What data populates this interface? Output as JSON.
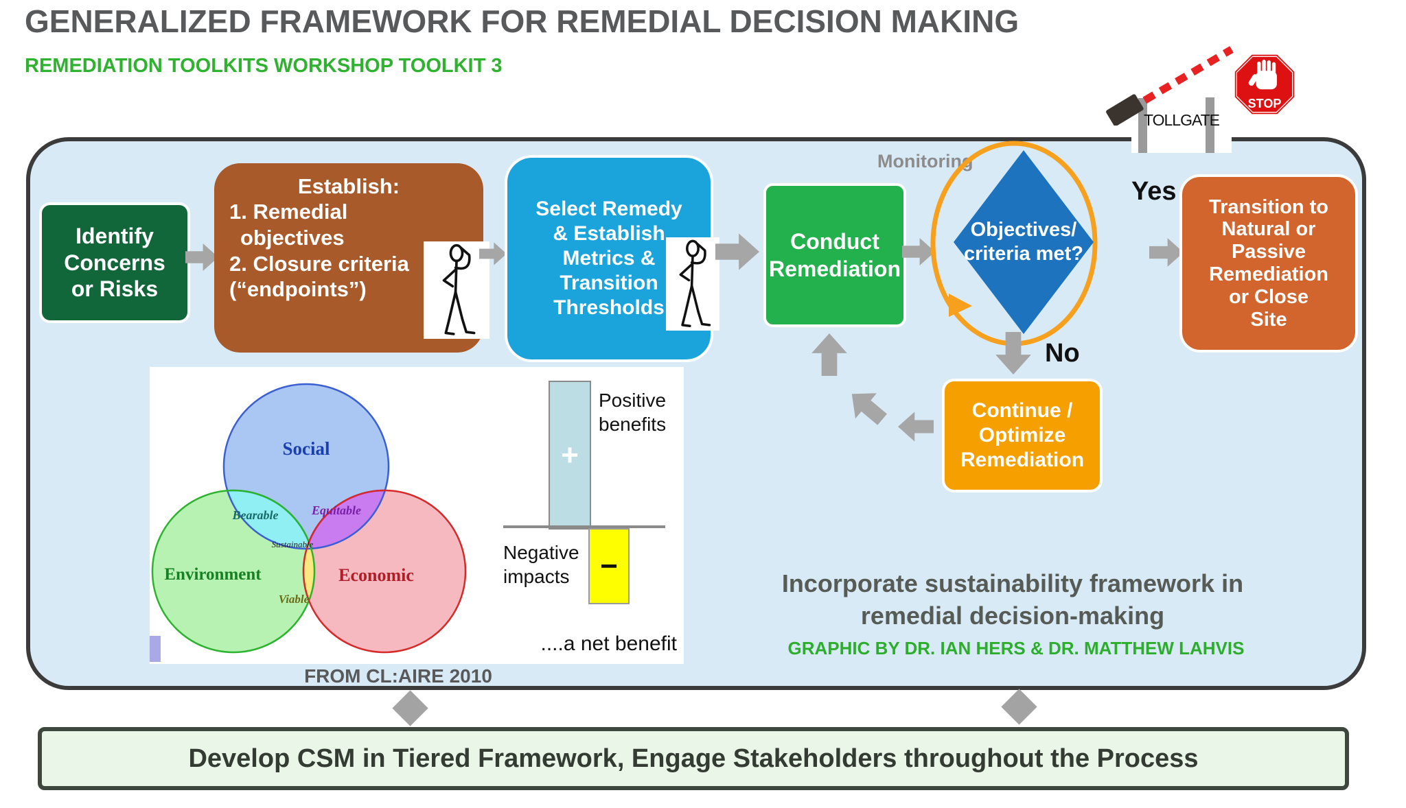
{
  "header": {
    "title": "GENERALIZED FRAMEWORK FOR REMEDIAL DECISION MAKING",
    "subtitle": "REMEDIATION TOOLKITS WORKSHOP TOOLKIT 3"
  },
  "tollgate": {
    "label": "TOLLGATE",
    "stop_label": "STOP"
  },
  "diagram": {
    "monitoring_label": "Monitoring",
    "yes_label": "Yes",
    "no_label": "No",
    "boxes": {
      "identify": {
        "lines": [
          "Identify",
          "Concerns",
          "or Risks"
        ]
      },
      "establish": {
        "heading": "Establish:",
        "lines": [
          "1. Remedial",
          "objectives",
          "2. Closure criteria",
          "(“endpoints”)"
        ]
      },
      "select": {
        "lines": [
          "Select Remedy",
          "& Establish",
          "Metrics &",
          "Transition",
          "Thresholds"
        ]
      },
      "conduct": {
        "lines": [
          "Conduct",
          "Remediation"
        ]
      },
      "decision": {
        "lines": [
          "Objectives/",
          "criteria met?"
        ]
      },
      "transition": {
        "lines": [
          "Transition to",
          "Natural or",
          "Passive",
          "Remediation",
          "or Close",
          "Site"
        ]
      },
      "continue": {
        "lines": [
          "Continue /",
          "Optimize",
          "Remediation"
        ]
      }
    }
  },
  "venn": {
    "caption": "FROM CL:AIRE 2010",
    "labels": {
      "social": "Social",
      "environment": "Environment",
      "economic": "Economic",
      "bearable": "Bearable",
      "equitable": "Equitable",
      "viable": "Viable",
      "sustainable": "Sustainable"
    }
  },
  "benefit_chart": {
    "plus": "+",
    "minus": "−",
    "positive_label": "Positive benefits",
    "negative_label": "Negative impacts",
    "net_label": "....a net benefit"
  },
  "notes": {
    "line1": "Incorporate sustainability framework in",
    "line2": "remedial decision-making",
    "credit": "GRAPHIC BY DR. IAN HERS & DR. MATTHEW LAHVIS"
  },
  "footer": {
    "label": "Develop CSM in Tiered Framework, Engage Stakeholders throughout the Process"
  },
  "colors": {
    "title_gray": "#58595B",
    "subtitle_green": "#2FB22F",
    "container_fill": "#D9EAF7",
    "container_border": "#3B3B3B",
    "identify_green": "#12673A",
    "establish_brown": "#A85A2B",
    "select_blue": "#1BA3DC",
    "conduct_green": "#22B14C",
    "decision_blue": "#1E73BE",
    "monitor_orange": "#F7A01E",
    "transition_orange": "#D2642E",
    "continue_orange": "#F69F00",
    "arrow_gray": "#A6A6A6",
    "footer_fill": "#EAF6E7",
    "positive_bar": "#BCDDE4",
    "negative_bar": "#FEFE00",
    "stop_red": "#DD1111"
  }
}
